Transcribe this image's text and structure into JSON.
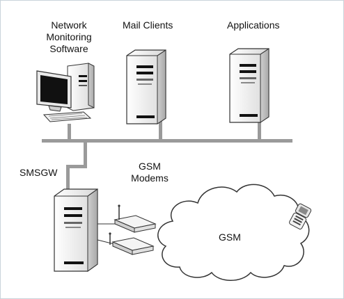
{
  "labels": {
    "network_monitoring": [
      "Network",
      "Monitoring",
      "Software"
    ],
    "mail_clients": "Mail Clients",
    "applications": "Applications",
    "smsgw": "SMSGW",
    "gsm_modems": [
      "GSM",
      "Modems"
    ],
    "gsm_cloud": "GSM"
  },
  "colors": {
    "frame_border": "#c9d3db",
    "network_line": "#9a9a9a",
    "server_body": "#f2f2f2",
    "server_outline": "#333333",
    "bay_dark": "#111111",
    "screen": "#111111",
    "cloud_fill": "#ffffff",
    "cloud_outline": "#333333"
  },
  "icons": [
    "desktop-computer-icon",
    "server-tower-icon",
    "modem-icon",
    "cloud-icon",
    "mobile-phone-icon"
  ]
}
